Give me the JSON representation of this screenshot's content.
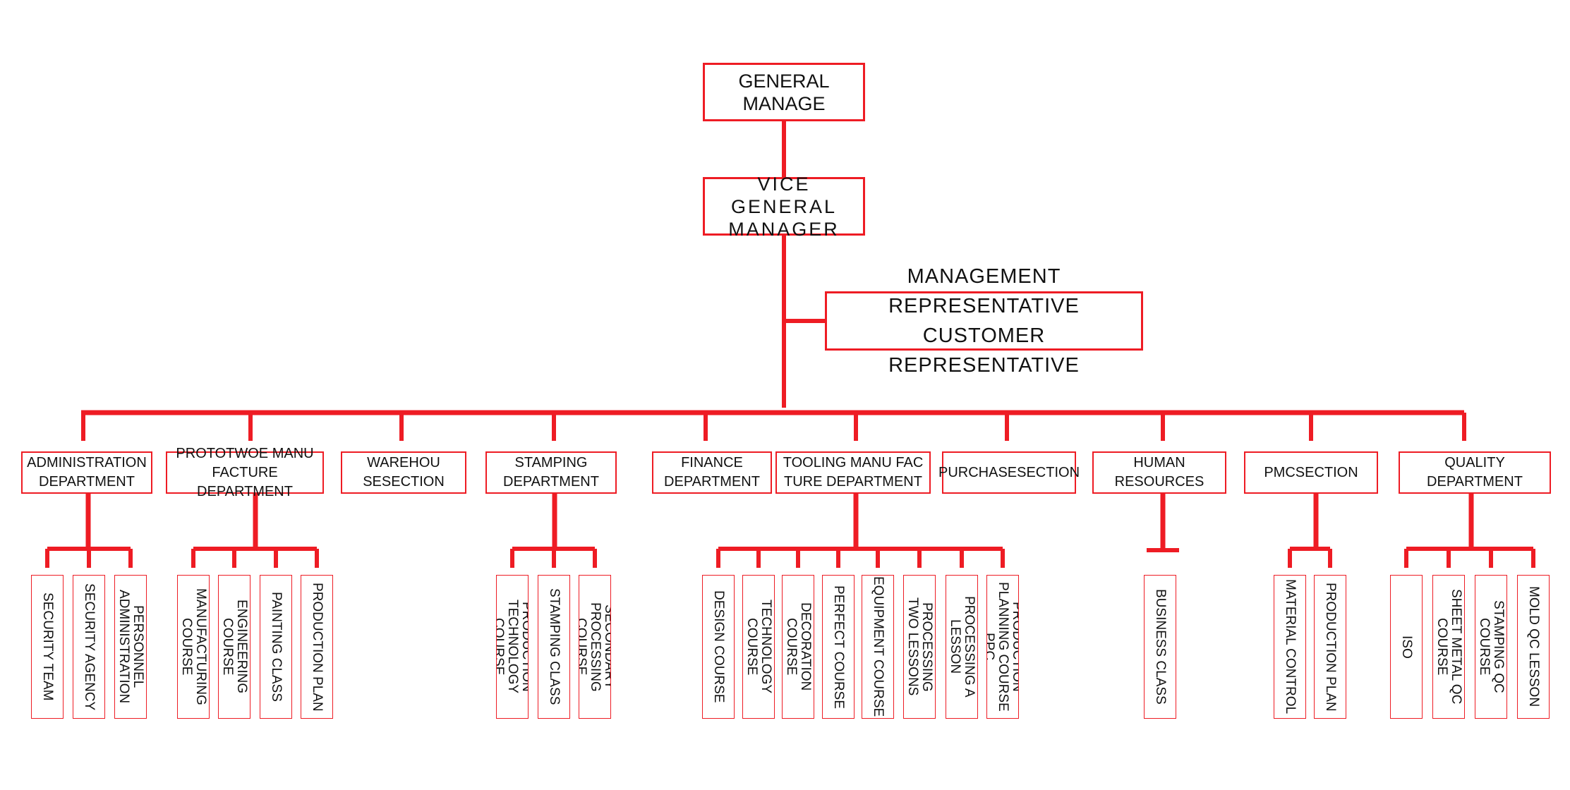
{
  "colors": {
    "line": "#ee1c24",
    "text": "#111111"
  },
  "top": {
    "general_manager": "GENERAL\nMANAGE",
    "vice_general_manager": "VICE GENERAL\n MANAGER",
    "representatives": [
      "MANAGEMENT  REPRESENTATIVE",
      "CUSTOMER  REPRESENTATIVE"
    ]
  },
  "departments": [
    {
      "label": "ADMINISTRATION\nDEPARTMENT",
      "children": [
        "SECURITY TEAM",
        "SECURITY AGENCY",
        "PERSONNEL\nADMINISTRATION"
      ]
    },
    {
      "label": "PROTOTWOE MANU\nFACTURE DEPARTMENT",
      "children": [
        "MANUFACTURING\nCOURSE",
        "ENGINEERING COURSE",
        "PAINTING CLASS",
        "PRODUCTION PLAN"
      ]
    },
    {
      "label": "WAREHOU\nSESECTION",
      "children": []
    },
    {
      "label": "STAMPING\nDEPARTMENT",
      "children": [
        "PRODUCTION\nTECHNOLOGY COURSE",
        "STAMPING CLASS",
        "SECONDARY\nPROCESSING COURSE"
      ]
    },
    {
      "label": "FINANCE\nDEPARTMENT",
      "children": []
    },
    {
      "label": "TOOLING MANU FAC\nTURE DEPARTMENT",
      "children": [
        "DESIGN COURSE",
        "TECHNOLOGY COURSE",
        "DECORATION COURSE",
        "PERFECT COURSE",
        "EQUIPMENT COURSE",
        "PROCESSING\nTWO LESSONS",
        "PROCESSING A LESSON",
        "PRODUCTION\nPLANNING COURSE PPC"
      ]
    },
    {
      "label": "PURCHASESECTION",
      "children": []
    },
    {
      "label": "HUMAN RESOURCES",
      "children": [
        "BUSINESS CLASS"
      ]
    },
    {
      "label": "PMCSECTION",
      "children": [
        "MATERIAL CONTROL",
        "PRODUCTION PLAN"
      ]
    },
    {
      "label": "QUALITY DEPARTMENT",
      "children": [
        "ISO",
        "SHEET METAL QC\nCOURSE",
        "STAMPING QC COURSE",
        "MOLD QC LESSON"
      ]
    }
  ]
}
